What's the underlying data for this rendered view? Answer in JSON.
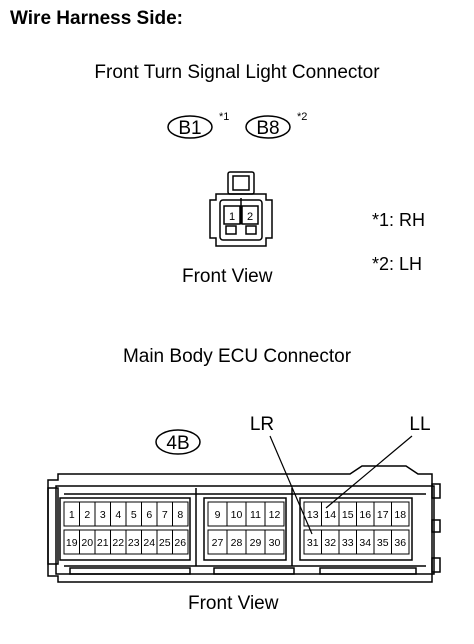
{
  "heading": "Wire Harness Side:",
  "connector1": {
    "title": "Front Turn Signal Light Connector",
    "codes": [
      {
        "label": "B1",
        "note": "*1"
      },
      {
        "label": "B8",
        "note": "*2"
      }
    ],
    "pins": [
      "1",
      "2"
    ],
    "view_label": "Front View"
  },
  "notes": [
    "*1: RH",
    "*2: LH"
  ],
  "connector2": {
    "title": "Main Body ECU Connector",
    "code": "4B",
    "pins_top_left": [
      "1",
      "2",
      "3",
      "4",
      "5",
      "6",
      "7",
      "8"
    ],
    "pins_top_mid": [
      "9",
      "10",
      "11",
      "12"
    ],
    "pins_top_right": [
      "13",
      "14",
      "15",
      "16",
      "17",
      "18"
    ],
    "pins_bot_left": [
      "19",
      "20",
      "21",
      "22",
      "23",
      "24",
      "25",
      "26"
    ],
    "pins_bot_mid": [
      "27",
      "28",
      "29",
      "30"
    ],
    "pins_bot_right": [
      "31",
      "32",
      "33",
      "34",
      "35",
      "36"
    ],
    "wire_labels": [
      "LR",
      "LL"
    ],
    "view_label": "Front View"
  }
}
